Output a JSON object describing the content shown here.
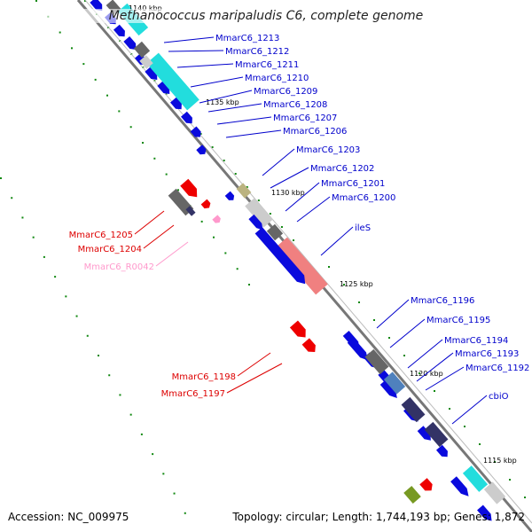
{
  "title": "Methanococcus maripaludis C6, complete genome",
  "footer": {
    "accession": "Accession: NC_009975",
    "topology": "Topology: circular",
    "length": "Length: 1,744,193 bp",
    "genes": "Genes: 1,872"
  },
  "colors": {
    "cds": "#0a0add",
    "cds_label": "#0000cc",
    "rna_label": "#dd0000",
    "trna_label": "#ff99cc",
    "highlight_cyan": "#22dddd",
    "highlight_salmon": "#f08080",
    "dark_gray": "#666666",
    "light_gray": "#cccccc",
    "steel_blue": "#4f81bd",
    "slate": "#333366",
    "olive": "#779922",
    "khaki": "#bbb380",
    "backbone": "#777777",
    "ticks": "#118811"
  },
  "kbp_labels": [
    "1140 kbp",
    "1135 kbp",
    "1130 kbp",
    "1125 kbp",
    "1120 kbp",
    "1115 kbp"
  ],
  "gene_labels": [
    {
      "text": "MmarC6_1213",
      "kind": "cds"
    },
    {
      "text": "MmarC6_1212",
      "kind": "cds"
    },
    {
      "text": "MmarC6_1211",
      "kind": "cds"
    },
    {
      "text": "MmarC6_1210",
      "kind": "cds"
    },
    {
      "text": "MmarC6_1209",
      "kind": "cds"
    },
    {
      "text": "MmarC6_1208",
      "kind": "cds"
    },
    {
      "text": "MmarC6_1207",
      "kind": "cds"
    },
    {
      "text": "MmarC6_1206",
      "kind": "cds"
    },
    {
      "text": "MmarC6_1203",
      "kind": "cds"
    },
    {
      "text": "MmarC6_1202",
      "kind": "cds"
    },
    {
      "text": "MmarC6_1201",
      "kind": "cds"
    },
    {
      "text": "MmarC6_1200",
      "kind": "cds"
    },
    {
      "text": "ileS",
      "kind": "cds"
    },
    {
      "text": "MmarC6_1205",
      "kind": "rna"
    },
    {
      "text": "MmarC6_1204",
      "kind": "rna"
    },
    {
      "text": "MmarC6_R0042",
      "kind": "trna"
    },
    {
      "text": "MmarC6_1196",
      "kind": "cds"
    },
    {
      "text": "MmarC6_1195",
      "kind": "cds"
    },
    {
      "text": "MmarC6_1194",
      "kind": "cds"
    },
    {
      "text": "MmarC6_1193",
      "kind": "cds"
    },
    {
      "text": "MmarC6_1192",
      "kind": "cds"
    },
    {
      "text": "cbiO",
      "kind": "cds"
    },
    {
      "text": "MmarC6_1198",
      "kind": "rna"
    },
    {
      "text": "MmarC6_1197",
      "kind": "rna"
    }
  ]
}
